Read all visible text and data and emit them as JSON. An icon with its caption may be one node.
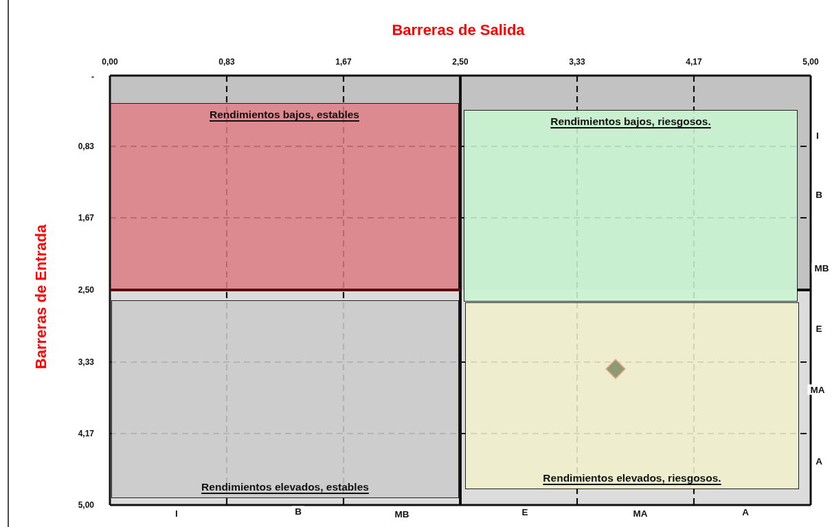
{
  "diagram": {
    "nodes": [
      {
        "text": [
          "Rendimientos bajos, estables"
        ]
      },
      {
        "text": [
          "Rendimientos bajos, riesgosos."
        ]
      },
      {
        "text": [
          "Rendimientos elevados, estables"
        ]
      },
      {
        "text": [
          "Rendimientos elevados, riesgosos."
        ]
      }
    ],
    "labels": [
      "Barreras de Salida",
      "0,00",
      "0,83",
      "1,67",
      "2,50",
      "3,33",
      "4,17",
      "5,00",
      "-",
      "0,83",
      "1,67",
      "2,50",
      "3,33",
      "4,17",
      "5,00",
      "Barreras de Entrada",
      "I",
      "B",
      "MB",
      "E",
      "MA",
      "A",
      "I",
      "B",
      "MB",
      "E",
      "MA",
      "A"
    ]
  }
}
